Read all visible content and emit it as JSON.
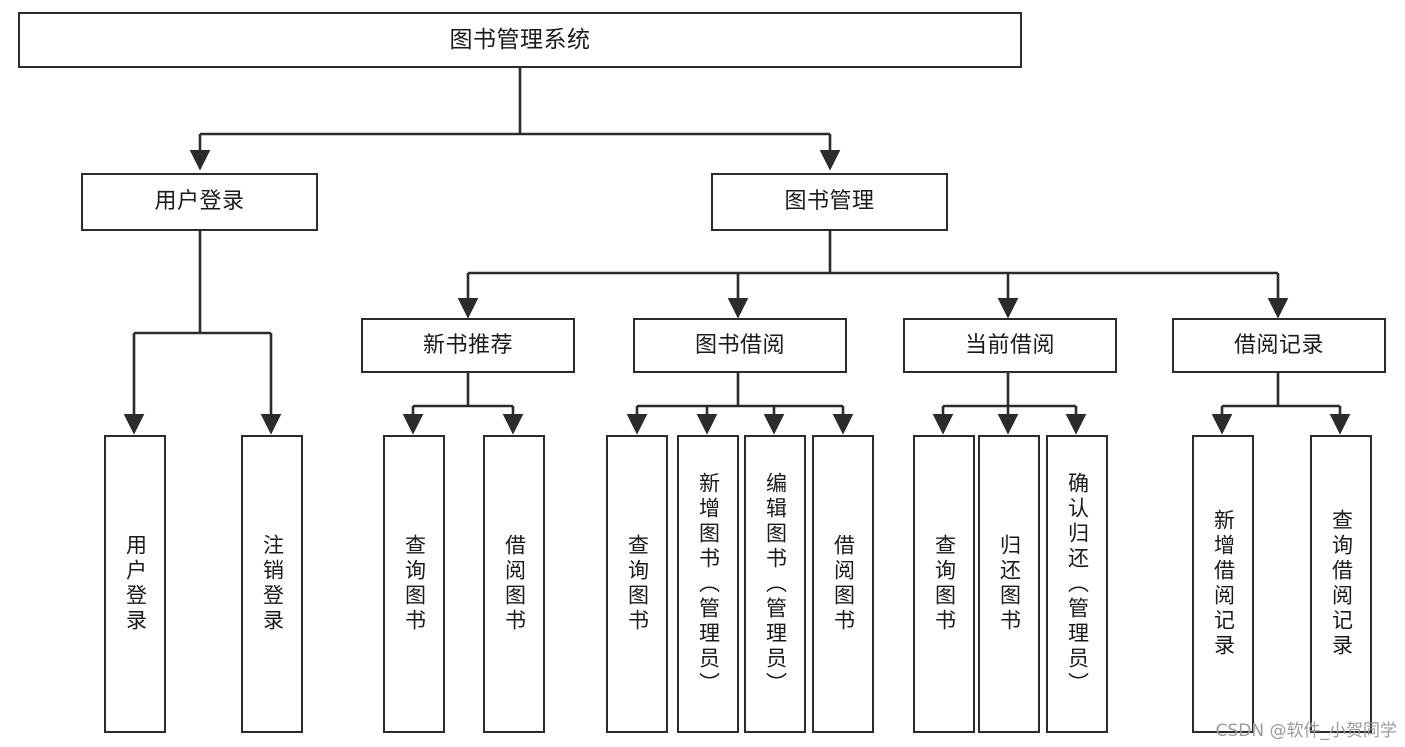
{
  "diagram": {
    "title": "图书管理系统",
    "type": "tree-hierarchy",
    "watermark": "CSDN @软件_小贺同学",
    "colors": {
      "box_border": "#2b2b2b",
      "box_fill": "#ffffff",
      "connector": "#2b2b2b",
      "text": "#1a1a1a",
      "watermark": "#9b9b9b",
      "background": "#ffffff"
    },
    "nodes": {
      "root": {
        "label": "图书管理系统"
      },
      "level2": [
        {
          "label": "用户登录"
        },
        {
          "label": "图书管理"
        }
      ],
      "level3": [
        {
          "label": "新书推荐"
        },
        {
          "label": "图书借阅"
        },
        {
          "label": "当前借阅"
        },
        {
          "label": "借阅记录"
        }
      ],
      "leaves": {
        "user_login": [
          {
            "label": "用户登录"
          },
          {
            "label": "注销登录"
          }
        ],
        "new_book_recommend": [
          {
            "label": "查询图书"
          },
          {
            "label": "借阅图书"
          }
        ],
        "book_borrow": [
          {
            "label": "查询图书"
          },
          {
            "label": "新增图书（管理员）"
          },
          {
            "label": "编辑图书（管理员）"
          },
          {
            "label": "借阅图书"
          }
        ],
        "current_borrow": [
          {
            "label": "查询图书"
          },
          {
            "label": "归还图书"
          },
          {
            "label": "确认归还（管理员）"
          }
        ],
        "borrow_record": [
          {
            "label": "新增借阅记录"
          },
          {
            "label": "查询借阅记录"
          }
        ]
      }
    }
  }
}
